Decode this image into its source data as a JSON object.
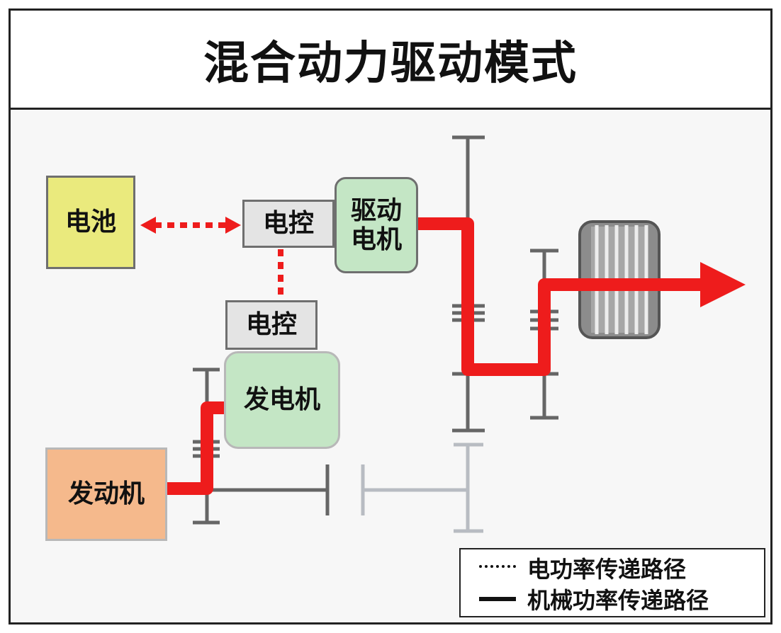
{
  "title": "混合动力驱动模式",
  "blocks": {
    "battery": "电池",
    "controller_top": "电控",
    "drive_motor": "驱动\n电机",
    "controller_bottom": "电控",
    "generator": "发电机",
    "engine": "发动机"
  },
  "legend": {
    "electrical": {
      "symbol": ".....",
      "label": "电功率传递路径"
    },
    "mechanical": {
      "symbol": "—",
      "label": "机械功率传递路径"
    }
  },
  "colors": {
    "power_path": "#ee1c1c",
    "shaft": "#666666",
    "faded_shaft": "#b8bcc2",
    "battery": "#eaea7d",
    "controller": "#e4e4e4",
    "motor": "#c4e6c5",
    "engine": "#f5b98c",
    "wheel": "#8c8c8c"
  }
}
